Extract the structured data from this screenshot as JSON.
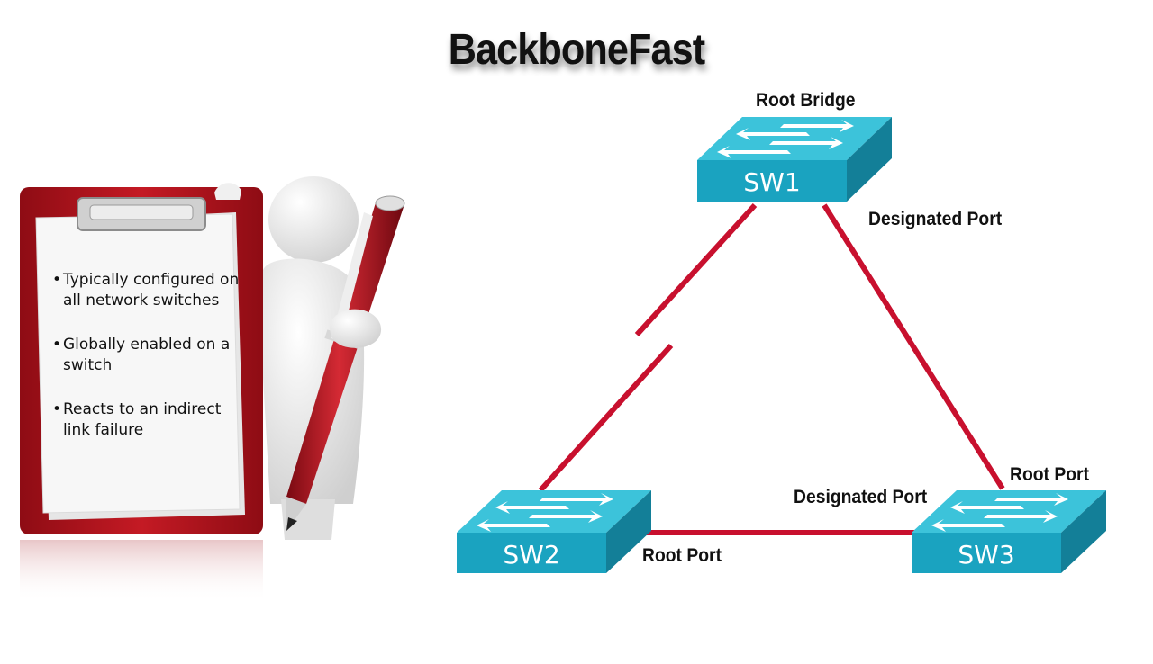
{
  "title": "BackboneFast",
  "clipboard": {
    "bullets": [
      "Typically configured on all network switches",
      "Globally enabled on a switch",
      "Reacts to an indirect link failure"
    ]
  },
  "diagram": {
    "switches": {
      "sw1": "SW1",
      "sw2": "SW2",
      "sw3": "SW3"
    },
    "labels": {
      "root_bridge": "Root Bridge",
      "sw1_designated_port": "Designated Port",
      "sw3_root_port": "Root Port",
      "sw3_designated_port": "Designated Port",
      "sw2_root_port": "Root Port"
    },
    "blocked_link": "SW1-SW2"
  },
  "colors": {
    "link": "#c8102e",
    "switch_top": "#3cc3da",
    "switch_front": "#1aa3c0",
    "switch_side": "#137f98",
    "clipboard": "#b5121b"
  }
}
